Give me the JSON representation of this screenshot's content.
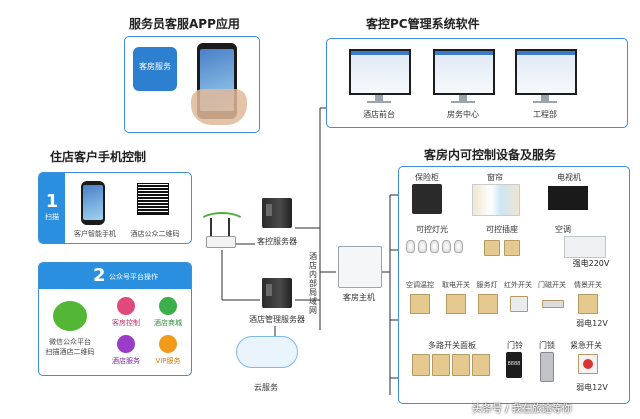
{
  "sections": {
    "staff_app": "服务员客服APP应用",
    "pc_mgmt": "客控PC管理系统软件",
    "guest_mobile": "住店客户手机控制",
    "room_devices": "客房内可控制设备及服务"
  },
  "pc_items": [
    "酒店前台",
    "房务中心",
    "工程部"
  ],
  "guest_panel": {
    "step1_num": "1",
    "step1_label": "扫描",
    "phone_caption": "客户智能手机",
    "qr_caption": "酒店公众二维码",
    "step2_num": "2",
    "step2_label": "公众号平台操作",
    "wechat_caption": "微信公众平台",
    "wechat_caption2": "扫描酒店二维码",
    "services": [
      "客房控制",
      "酒店商城",
      "酒店服务",
      "VIP服务"
    ]
  },
  "servers": {
    "control_server": "客控服务器",
    "mgmt_server": "酒店管理服务器",
    "cloud": "云服务",
    "network_line": "酒店内部局域网",
    "host": "客房主机"
  },
  "devices": {
    "safe": "保险柜",
    "curtain": "窗帘",
    "tv": "电视机",
    "lights": "可控灯光",
    "sockets": "可控插座",
    "ac": "空调",
    "strong": "强电220V",
    "row2": [
      "空调温控",
      "取电开关",
      "服务灯",
      "红外开关",
      "门磁开关",
      "情景开关"
    ],
    "weak1": "弱电12V",
    "multi_panel": "多路开关面板",
    "doorbell": "门铃",
    "doorlock": "门锁",
    "emergency": "紧急开关",
    "weak2": "弱电12V",
    "lock_digits": "8888"
  },
  "watermark": "头条号 / 我在旅途等你",
  "app_screen_label": "客房服务",
  "colors": {
    "accent": "#3c8fd8",
    "step": "#2b8fe0",
    "line": "#2b2b2b"
  }
}
